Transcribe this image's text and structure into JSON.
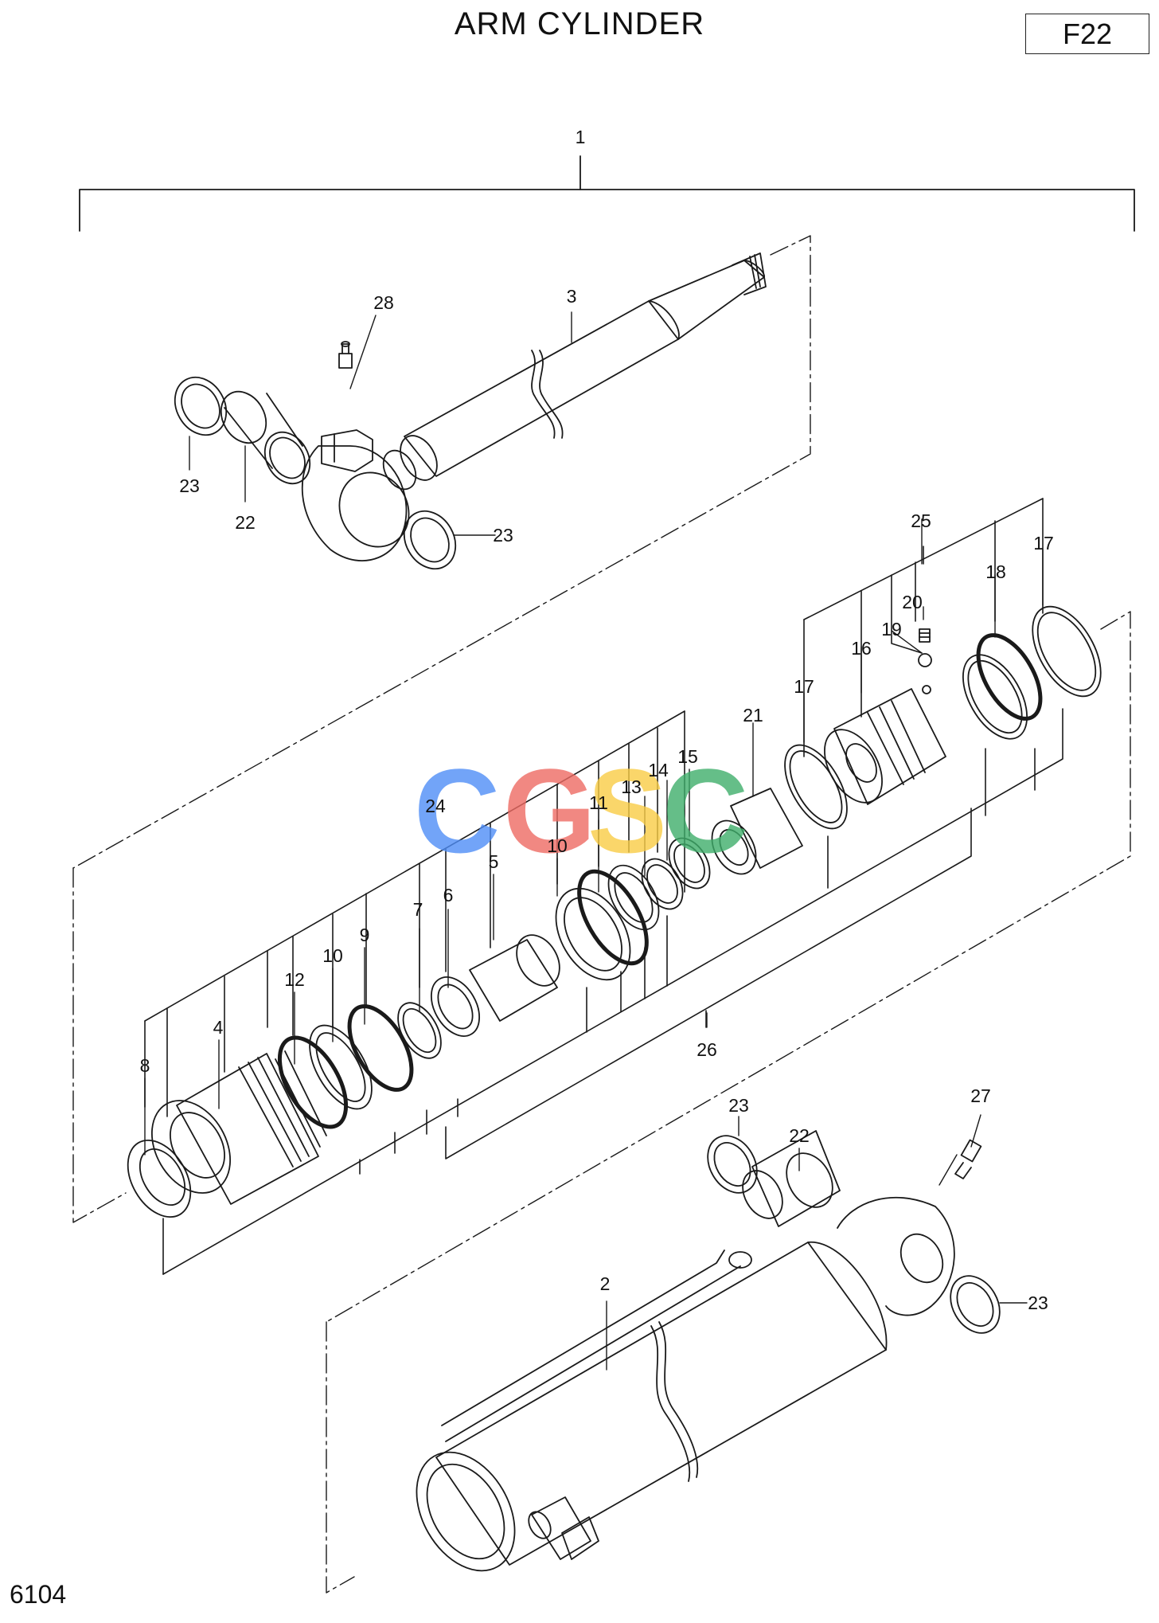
{
  "header": {
    "title": "ARM CYLINDER",
    "page_code": "F22"
  },
  "footer": {
    "doc_number": "6104"
  },
  "watermark": {
    "letters": [
      "C",
      "G",
      "S",
      "C"
    ],
    "colors": [
      "#4f8ef7",
      "#ee6b63",
      "#f9cd45",
      "#3fae6b"
    ]
  },
  "callouts": {
    "c1": "1",
    "c2": "2",
    "c3": "3",
    "c4": "4",
    "c5": "5",
    "c6": "6",
    "c7": "7",
    "c8": "8",
    "c9": "9",
    "c10a": "10",
    "c10b": "10",
    "c11": "11",
    "c12": "12",
    "c13": "13",
    "c14": "14",
    "c15": "15",
    "c16": "16",
    "c17a": "17",
    "c17b": "17",
    "c18": "18",
    "c19": "19",
    "c20": "20",
    "c21": "21",
    "c22a": "22",
    "c22b": "22",
    "c23a": "23",
    "c23b": "23",
    "c23c": "23",
    "c23d": "23",
    "c24": "24",
    "c25": "25",
    "c26": "26",
    "c27": "27",
    "c28": "28"
  }
}
